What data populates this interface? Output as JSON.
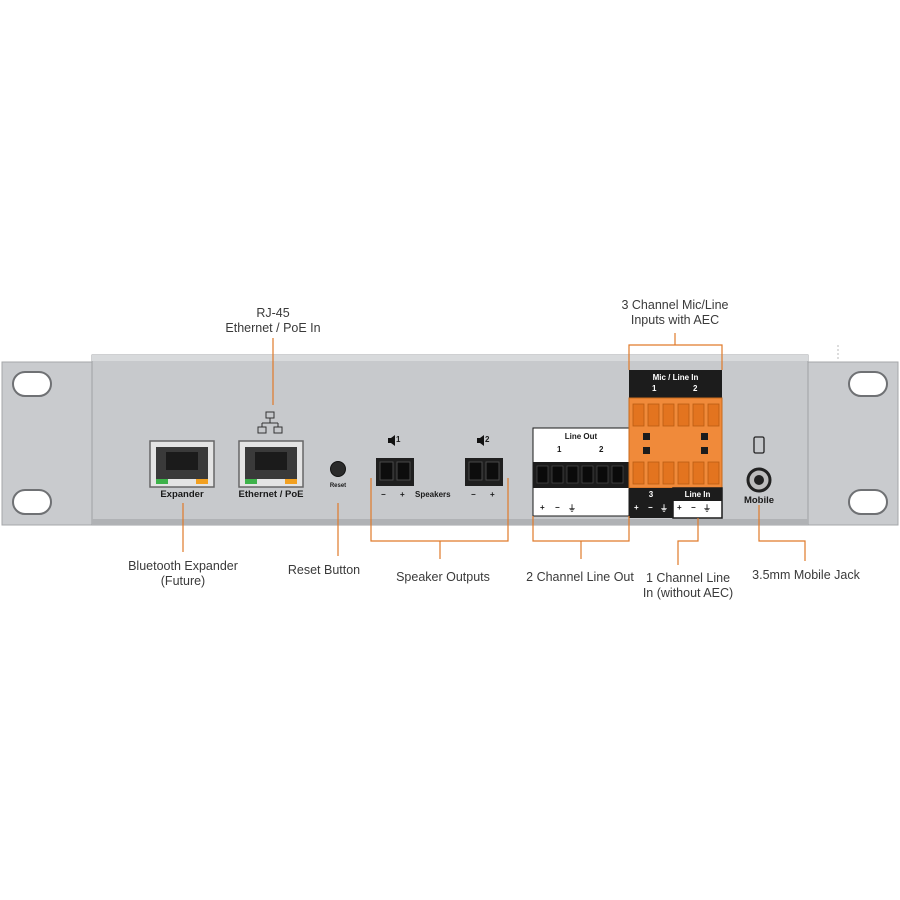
{
  "colors": {
    "callout_line": "#e07a2a",
    "panel_body": "#c7c9cc",
    "terminal_orange": "#f08a3a",
    "terminal_black": "#1c1c1c"
  },
  "callouts": {
    "rj45": [
      "RJ-45",
      "Ethernet / PoE In"
    ],
    "mic_line": [
      "3 Channel Mic/Line",
      "Inputs with AEC"
    ],
    "bluetooth": [
      "Bluetooth Expander",
      "(Future)"
    ],
    "reset": "Reset Button",
    "speaker_outputs": "Speaker Outputs",
    "line_out": "2 Channel Line Out",
    "line_in": [
      "1 Channel Line",
      "In (without AEC)"
    ],
    "mobile": "3.5mm Mobile Jack"
  },
  "panel": {
    "expander_label": "Expander",
    "ethernet_label": "Ethernet / PoE",
    "reset_label": "Reset",
    "speaker1": "1",
    "speaker2": "2",
    "speaker_minus": "−",
    "speaker_plus": "+",
    "speakers_label": "Speakers",
    "line_out_title": "Line Out",
    "line_out_ch1": "1",
    "line_out_ch2": "2",
    "mic_line_title": "Mic / Line In",
    "mic_ch1": "1",
    "mic_ch2": "2",
    "ch3": "3",
    "line_in_label": "Line In",
    "mobile_label": "Mobile",
    "pol_plus": "+",
    "pol_minus": "−",
    "pol_ground": "⏚"
  },
  "icons": {
    "network": "network-icon",
    "speaker": "speaker-icon",
    "phone": "phone-icon"
  }
}
